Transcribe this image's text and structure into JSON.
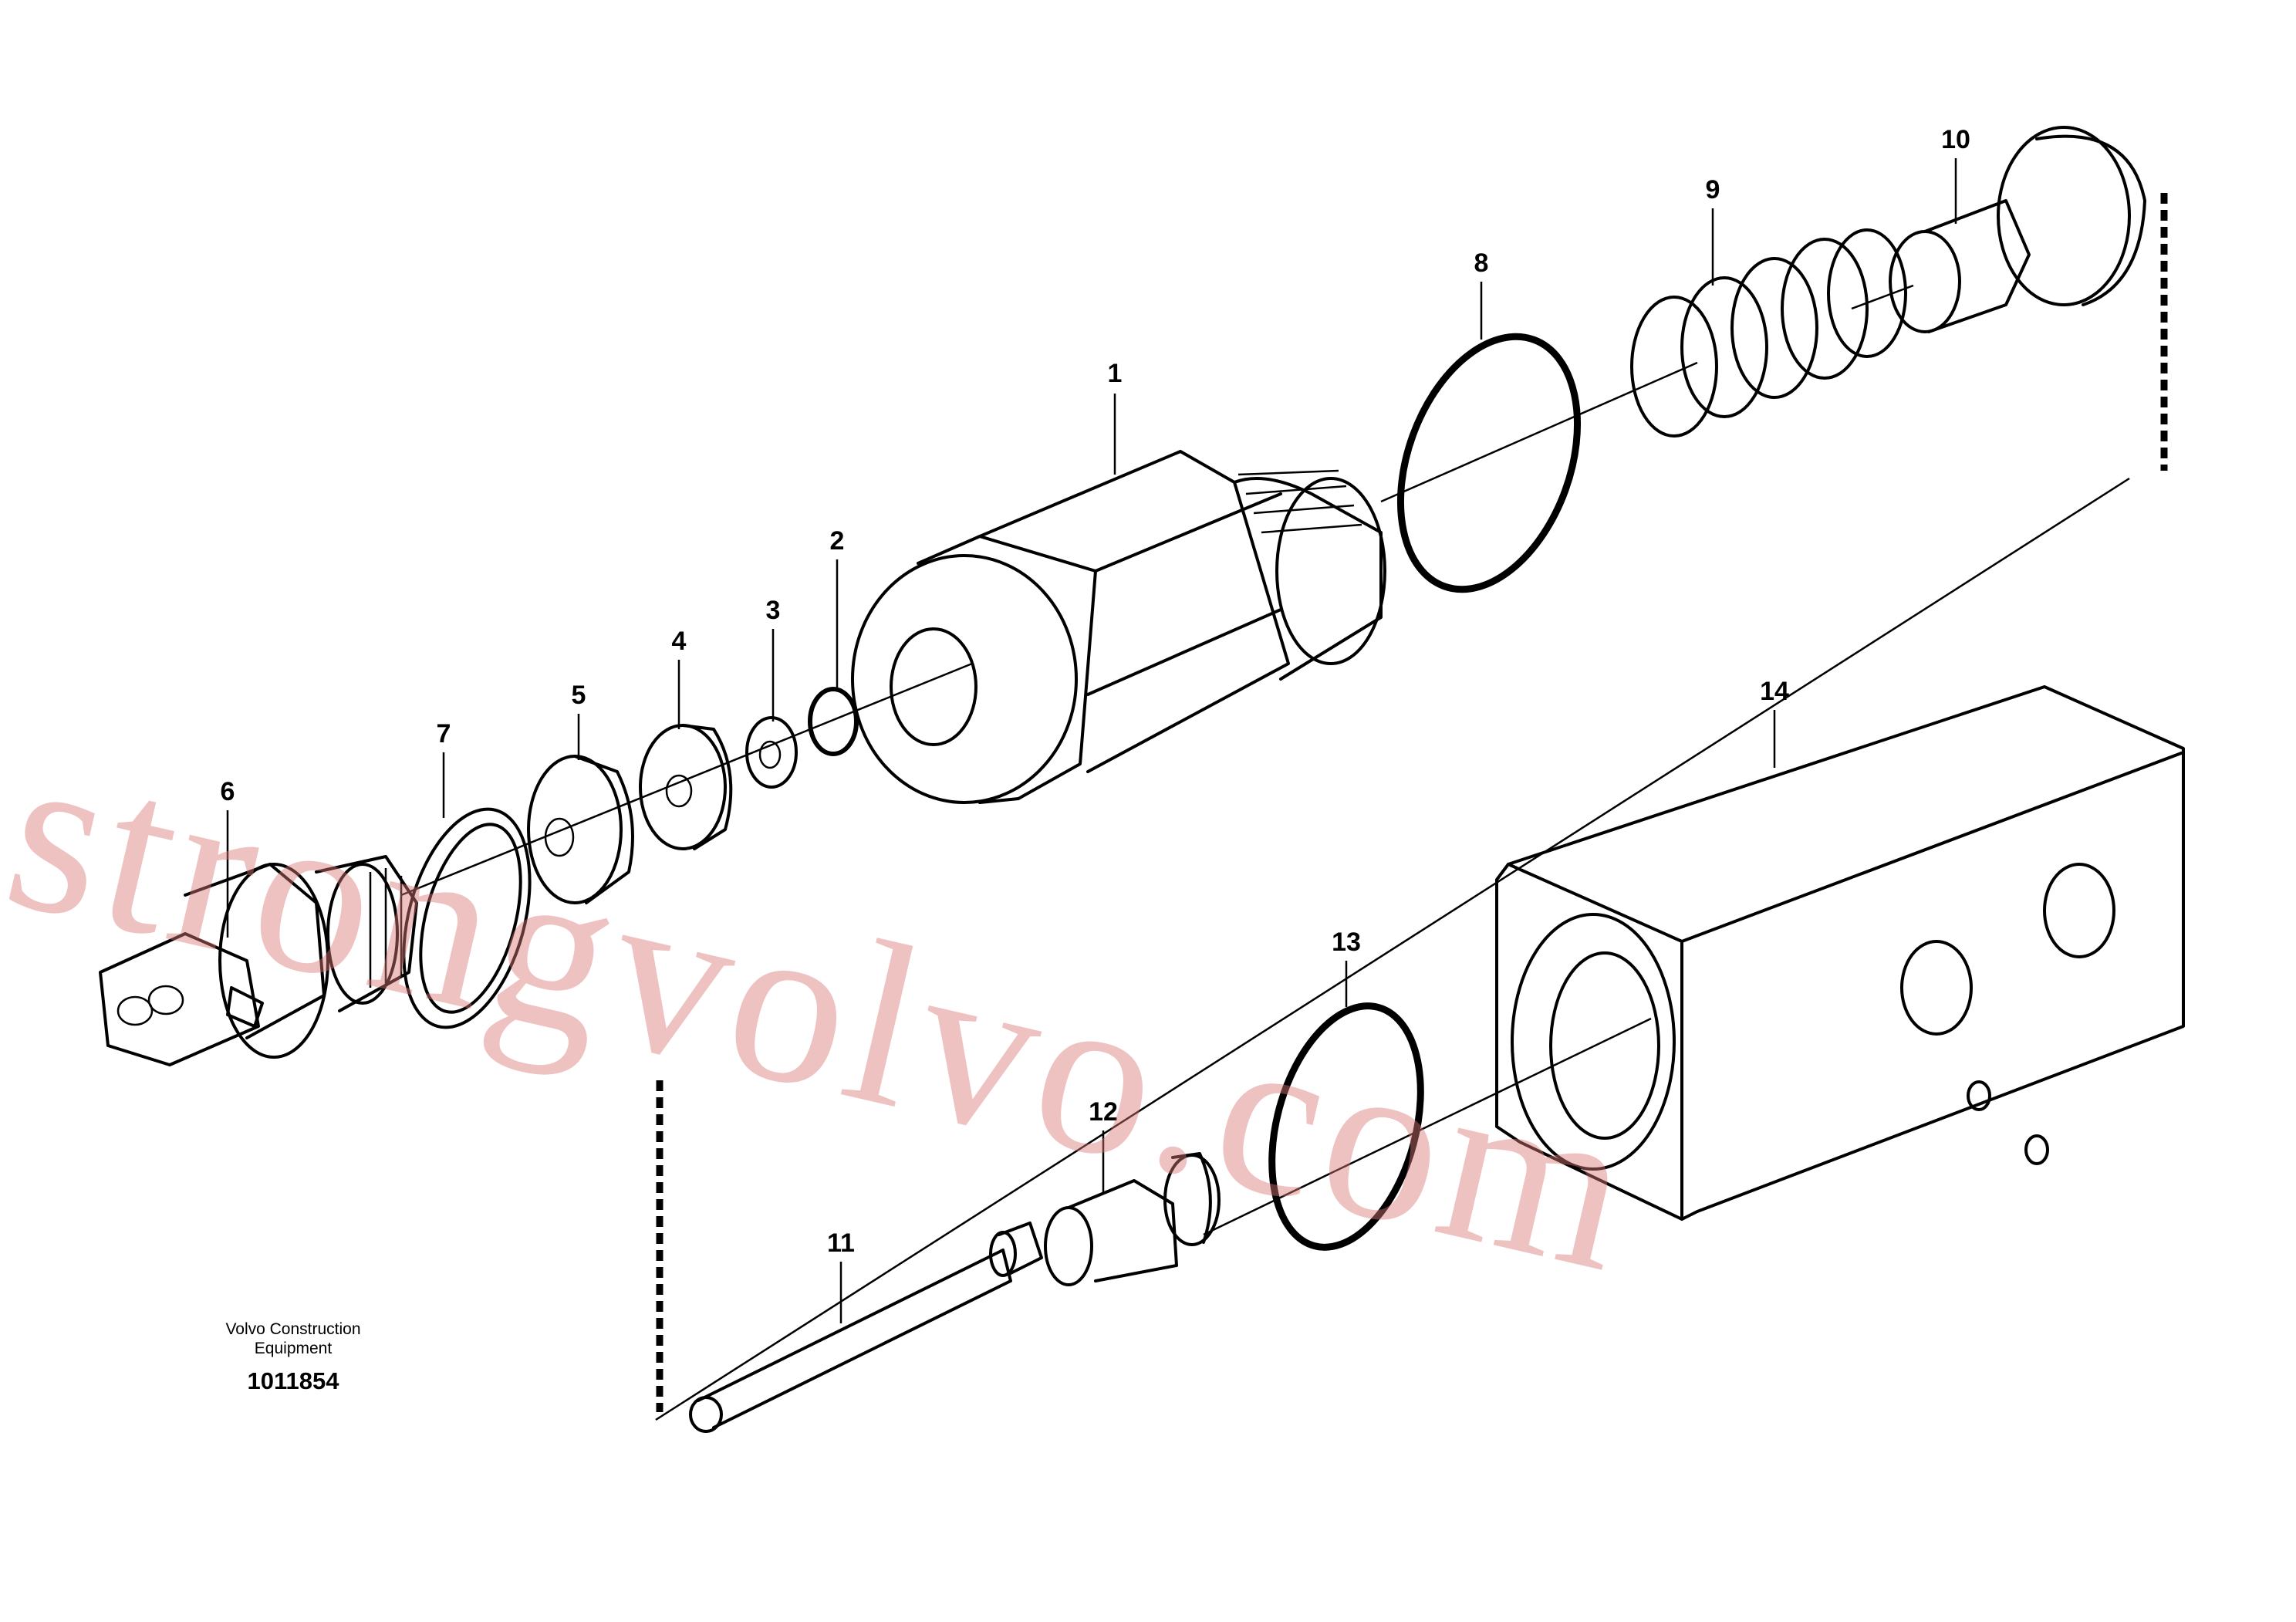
{
  "callouts": {
    "c1": "1",
    "c2": "2",
    "c3": "3",
    "c4": "4",
    "c5": "5",
    "c6": "6",
    "c7": "7",
    "c8": "8",
    "c9": "9",
    "c10": "10",
    "c11": "11",
    "c12": "12",
    "c13": "13",
    "c14": "14"
  },
  "caption": {
    "brand_line1": "Volvo Construction",
    "brand_line2": "Equipment",
    "drawing_number": "1011854"
  },
  "watermark": "strongvolvo.com"
}
